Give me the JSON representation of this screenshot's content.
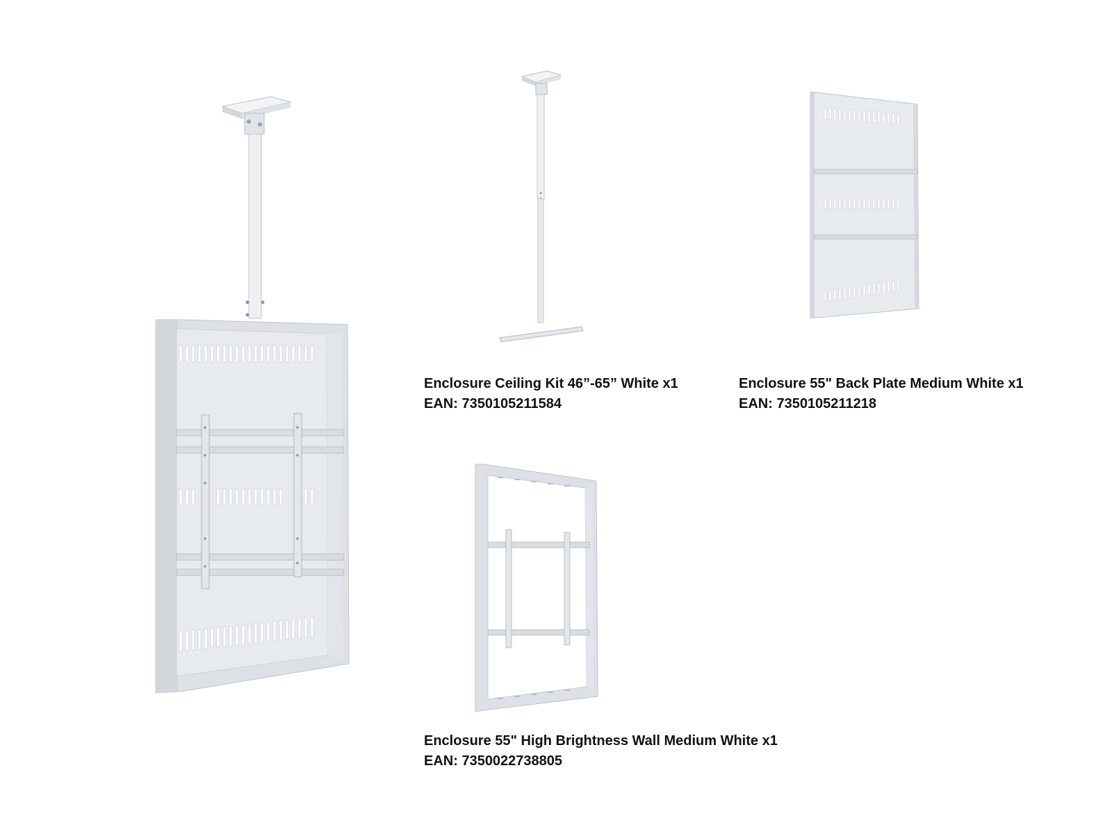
{
  "products": [
    {
      "title": "Enclosure Ceiling Kit 46”-65” White x1",
      "ean": "EAN: 7350105211584"
    },
    {
      "title": "Enclosure 55\" Back Plate Medium White x1",
      "ean": "EAN: 7350105211218"
    },
    {
      "title": "Enclosure 55\" High Brightness Wall Medium White x1",
      "ean": "EAN: 7350022738805"
    }
  ],
  "colors": {
    "text": "#111111",
    "product_white": "#e9ecef",
    "product_shadow": "#c9ced4",
    "background": "#ffffff"
  }
}
